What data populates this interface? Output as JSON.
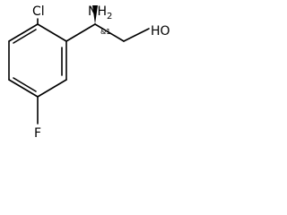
{
  "molecule": {
    "labels": {
      "chloro": "Cl",
      "amino": "NH",
      "amino_sub": "2",
      "hydroxyl": "HO",
      "fluoro": "F",
      "stereo": "&1"
    }
  },
  "colors": {
    "bond": "#000000",
    "text": "#000000",
    "background": "#ffffff"
  }
}
